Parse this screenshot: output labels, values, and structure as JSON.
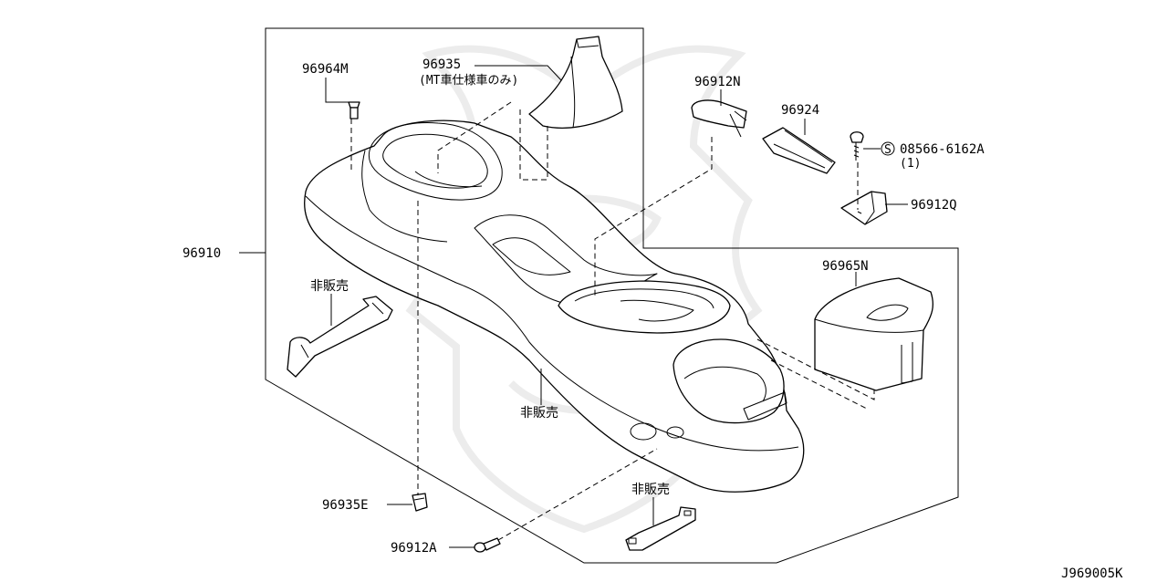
{
  "diagram_id": "J969005K",
  "callouts": {
    "p96910": "96910",
    "p96964M": "96964M",
    "p96935": "96935",
    "p96935_note": "(MT車仕様車のみ)",
    "p96912N": "96912N",
    "p96924": "96924",
    "p08566": "08566-6162A",
    "p08566_symbol": "S",
    "p08566_qty": "(1)",
    "p96912Q": "96912Q",
    "p96965N": "96965N",
    "not_for_sale_bracket_left": "非販売",
    "not_for_sale_console": "非販売",
    "not_for_sale_bracket_bottom": "非販売",
    "p96935E": "96935E",
    "p96912A": "96912A"
  }
}
